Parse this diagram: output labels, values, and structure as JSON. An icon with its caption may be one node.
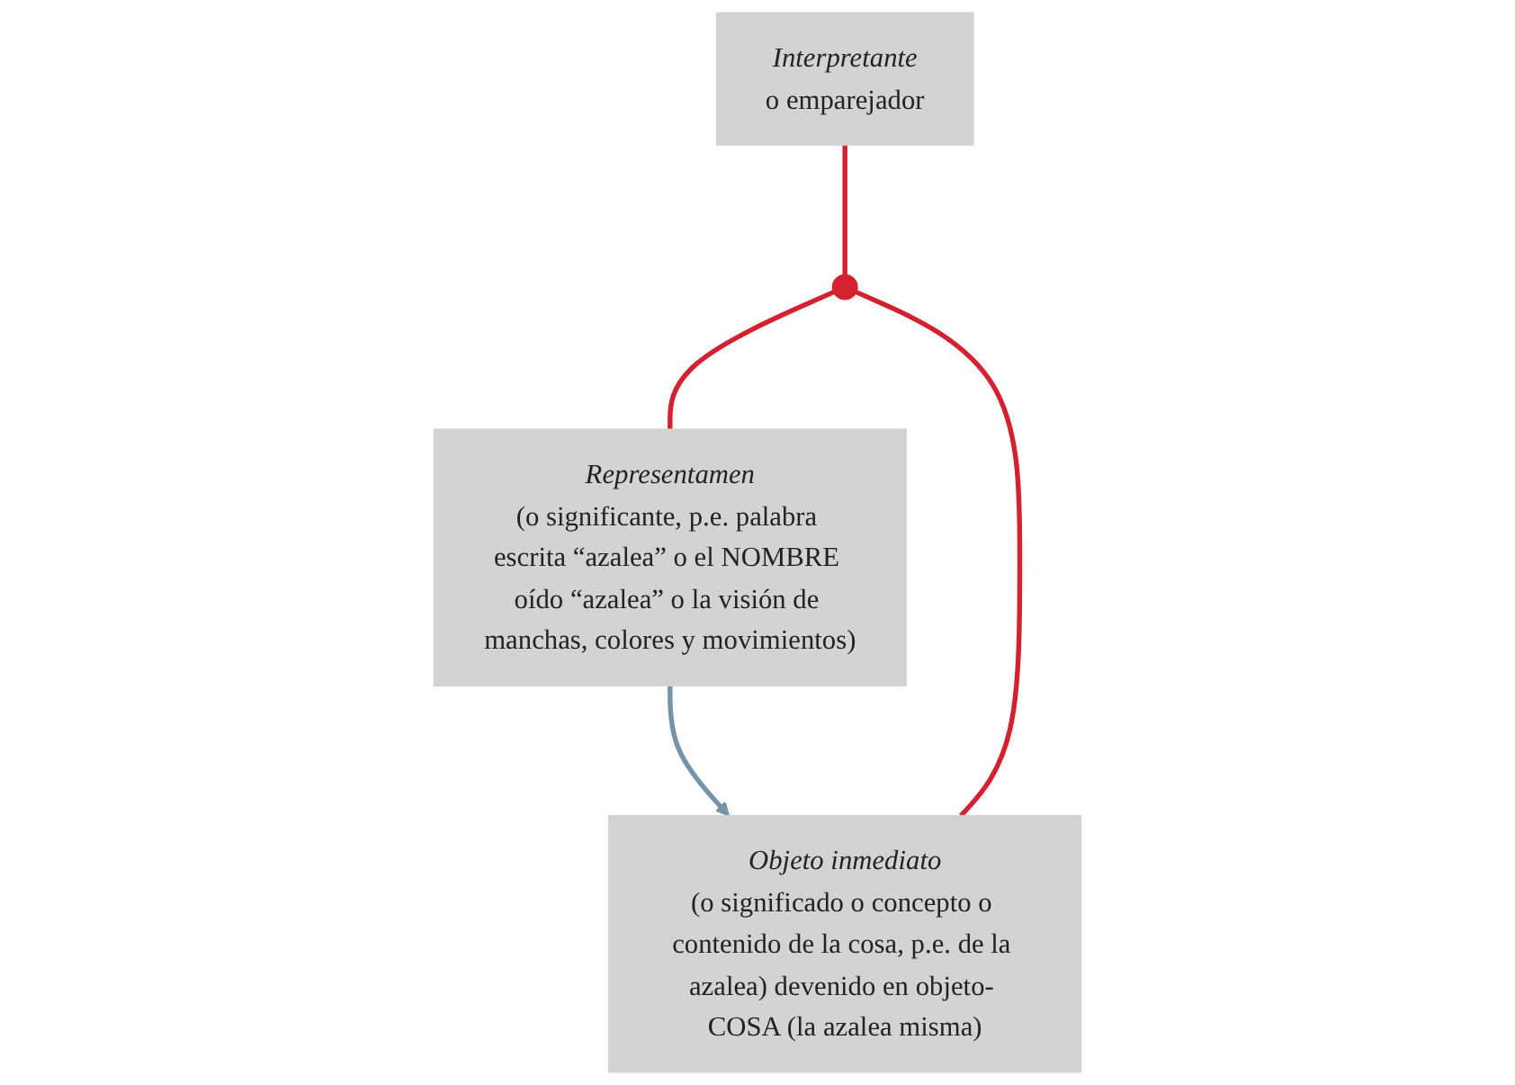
{
  "diagram": {
    "nodes": [
      {
        "text": [
          "Interpretante",
          "o emparejador"
        ]
      },
      {
        "text": [],
        "shape": "star"
      },
      {
        "text": [
          "Representamen",
          "(o significante, p.e. palabra escrita “azalea” o el NOMBRE oído “azalea” o la visión de manchas, colores y movimientos)"
        ]
      },
      {
        "text": [
          "Objeto inmediato",
          "(o significado o concepto o contenido de la cosa, p.e. de la azalea) devenido en objeto- COSA (la azalea misma)"
        ]
      }
    ],
    "edges": [
      {
        "from": 2,
        "to": 3,
        "arrow": "to",
        "color": "#7893a8"
      },
      {
        "from": 0,
        "to": 1,
        "arrow": "none"
      },
      {
        "from": 1,
        "to": 2,
        "arrow": "none"
      },
      {
        "from": 1,
        "to": 3,
        "arrow": "none"
      }
    ]
  }
}
